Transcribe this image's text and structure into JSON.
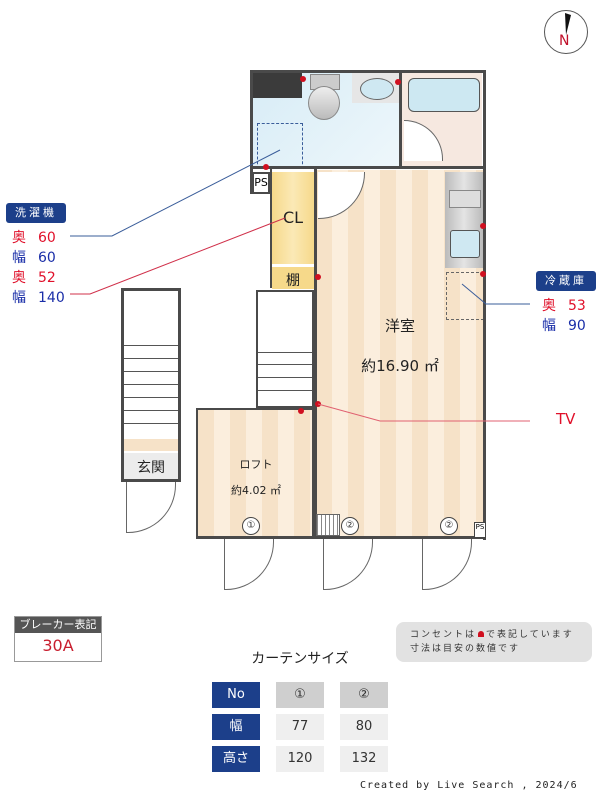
{
  "compass": {
    "label": "N"
  },
  "rooms": {
    "western_room": {
      "name": "洋室",
      "area": "約16.90 ㎡"
    },
    "loft": {
      "name": "ロフト",
      "area": "約4.02 ㎡"
    },
    "closet": {
      "name": "CL"
    },
    "shelf": {
      "name": "棚"
    },
    "entrance": {
      "name": "玄関"
    },
    "ps_top": {
      "name": "PS"
    },
    "ps_bottom": {
      "name": "PS"
    }
  },
  "window_markers": [
    "①",
    "②",
    "②"
  ],
  "washer": {
    "title": "洗濯機",
    "rows": [
      {
        "key": "奥",
        "value": "60",
        "color": "red"
      },
      {
        "key": "幅",
        "value": "60",
        "color": "blue"
      },
      {
        "key": "奥",
        "value": "52",
        "color": "red"
      },
      {
        "key": "幅",
        "value": "140",
        "color": "blue"
      }
    ]
  },
  "fridge": {
    "title": "冷蔵庫",
    "rows": [
      {
        "key": "奥",
        "value": "53",
        "color": "red"
      },
      {
        "key": "幅",
        "value": "90",
        "color": "blue"
      }
    ]
  },
  "tv_label": "TV",
  "breaker": {
    "title": "ブレーカー表記",
    "value": "30A"
  },
  "notes": {
    "line1_before": "コンセントは",
    "line1_after": "で表記しています",
    "line2": "寸法は目安の数値です"
  },
  "curtain": {
    "title": "カーテンサイズ",
    "header": {
      "label": "No",
      "cols": [
        "①",
        "②"
      ]
    },
    "rows": [
      {
        "label": "幅",
        "values": [
          "77",
          "80"
        ]
      },
      {
        "label": "高さ",
        "values": [
          "120",
          "132"
        ]
      }
    ]
  },
  "credit": "Created by Live Search , 2024/6",
  "colors": {
    "navy": "#1c3f8a",
    "red": "#e0102a",
    "blue": "#1a2ea8",
    "outlet": "#d01020"
  }
}
